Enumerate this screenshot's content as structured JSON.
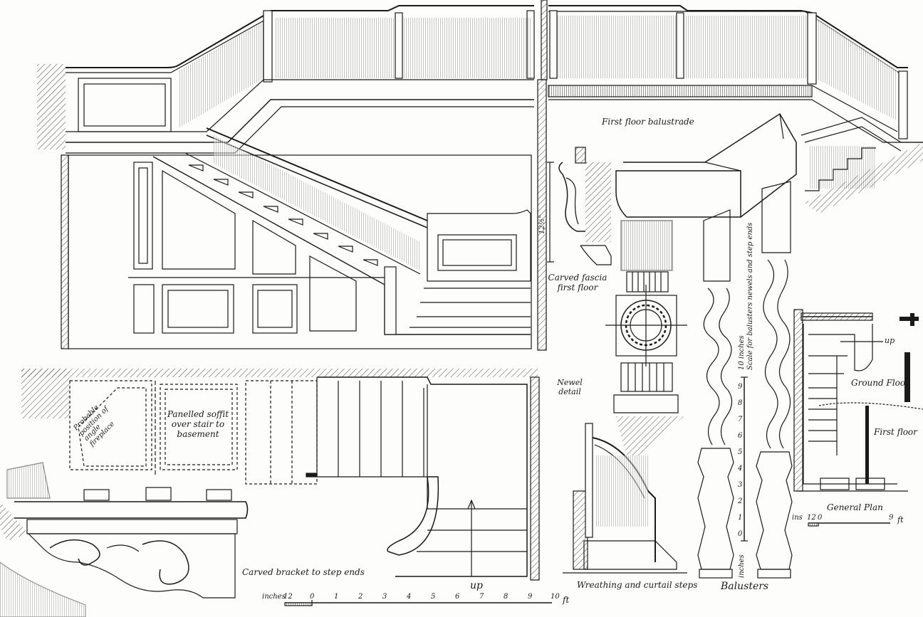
{
  "labels": {
    "first_floor_balustrade": "First floor balustrade",
    "carved_fascia_line1": "Carved fascia",
    "carved_fascia_line2": "first floor",
    "dimension_fascia": "12½\"",
    "newel_detail_line1": "Newel",
    "newel_detail_line2": "detail",
    "scale_balusters_note": "Scale for balusters newels and step ends",
    "probable_fireplace": "Probable position of angle fireplace",
    "panelled_soffit_line1": "Panelled soffit",
    "panelled_soffit_line2": "over stair to",
    "panelled_soffit_line3": "basement",
    "carved_bracket": "Carved bracket to step ends",
    "up_main": "up",
    "up_plan": "up",
    "wreathing": "Wreathing and curtail steps",
    "balusters": "Balusters",
    "ground_floor": "Ground Floor",
    "first_floor": "First floor",
    "general_plan": "General Plan"
  },
  "main_scale": {
    "unit_left": "inches",
    "ticks": [
      "12",
      "0",
      "1",
      "2",
      "3",
      "4",
      "5",
      "6",
      "7",
      "8",
      "9",
      "10"
    ],
    "unit_right": "ft"
  },
  "vertical_scale": {
    "unit_top": "10 inches",
    "ticks": [
      "9",
      "8",
      "7",
      "6",
      "5",
      "4",
      "3",
      "2",
      "1",
      "0"
    ],
    "unit_bottom": "inches"
  },
  "plan_scale": {
    "unit_left": "ins",
    "ticks": [
      "12",
      "0",
      "9"
    ],
    "unit_right": "ft"
  },
  "colors": {
    "ink": "#1a1a1a",
    "paper": "#fdfdfb"
  }
}
